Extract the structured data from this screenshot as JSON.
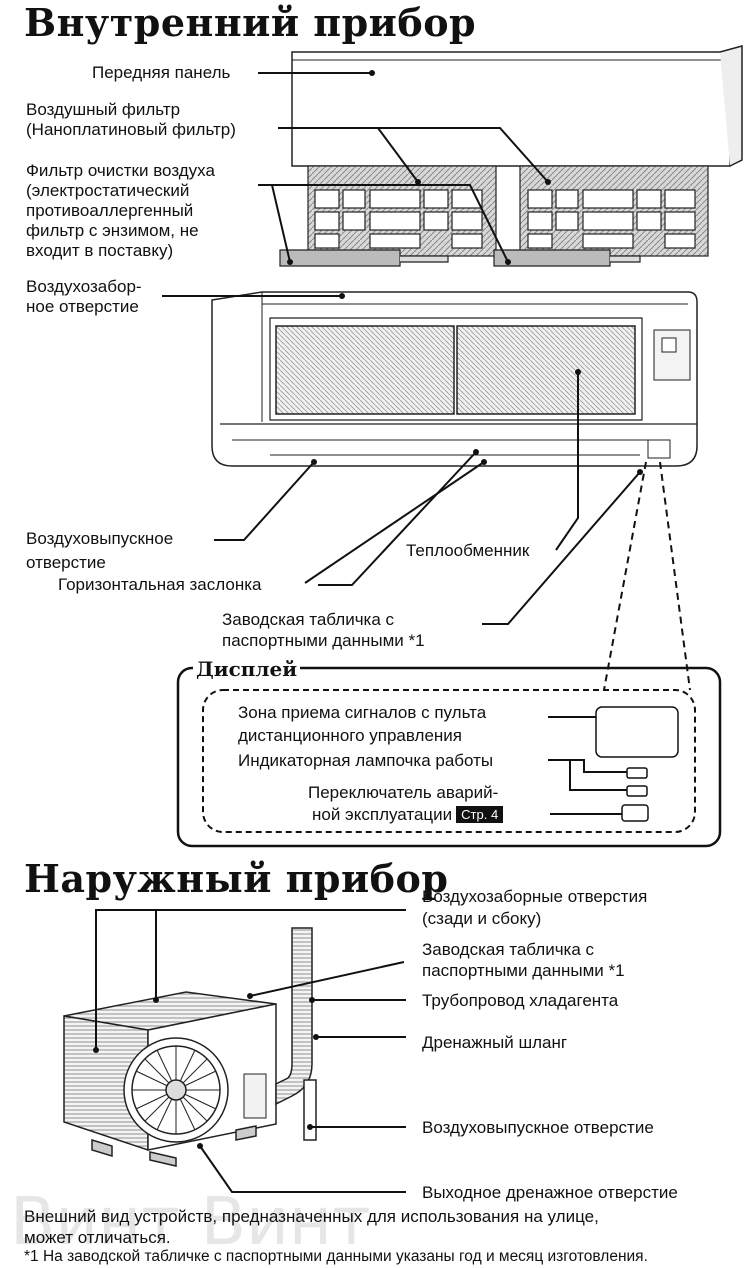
{
  "indoor": {
    "title": "Внутренний прибор",
    "labels": {
      "front_panel": "Передняя панель",
      "air_filter_1": "Воздушный фильтр",
      "air_filter_2": "(Наноплатиновый фильтр)",
      "clean_filter_1": "Фильтр очистки воздуха",
      "clean_filter_2": "(электростатический",
      "clean_filter_3": "противоаллергенный",
      "clean_filter_4": "фильтр с энзимом, не",
      "clean_filter_5": "входит в поставку)",
      "intake_1": "Воздухозабор-",
      "intake_2": "ное отверстие",
      "outlet_1": "Воздуховыпускное",
      "outlet_2": "отверстие",
      "heat_exchanger": "Теплообменник",
      "louver": "Горизонтальная заслонка",
      "nameplate_1": "Заводская табличка с",
      "nameplate_2": "паспортными данными *1"
    }
  },
  "display": {
    "title": "Дисплей",
    "remote_zone_1": "Зона приема сигналов с пульта",
    "remote_zone_2": "дистанционного управления",
    "lamp": "Индикаторная лампочка работы",
    "switch_1": "Переключатель аварий-",
    "switch_2": "ной эксплуатации",
    "page_ref": "Стр. 4"
  },
  "outdoor": {
    "title": "Наружный прибор",
    "labels": {
      "intakes_1": "Воздухозаборные отверстия",
      "intakes_2": "(сзади и сбоку)",
      "nameplate_1": "Заводская табличка с",
      "nameplate_2": "паспортными данными *1",
      "pipe": "Трубопровод хладагента",
      "drain_hose": "Дренажный шланг",
      "outlet": "Воздуховыпускное отверстие",
      "drain_outlet": "Выходное дренажное отверстие"
    }
  },
  "footer": {
    "note_1": "Внешний вид устройств, предназначенных для использования на улице,",
    "note_2": "может отличаться.",
    "note_3": "*1 На заводской табличке с паспортными данными указаны год и месяц изготовления."
  },
  "watermark": "Винт Винт"
}
